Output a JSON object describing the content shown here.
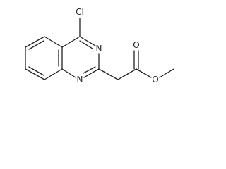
{
  "atoms": {
    "chlorine": "Cl",
    "nitrogen_top": "N",
    "nitrogen_bottom": "N",
    "carbonyl_oxygen": "O",
    "ester_oxygen": "O"
  },
  "colors": {
    "bond": "#222222",
    "label": "#222222",
    "background": "#ffffff"
  }
}
